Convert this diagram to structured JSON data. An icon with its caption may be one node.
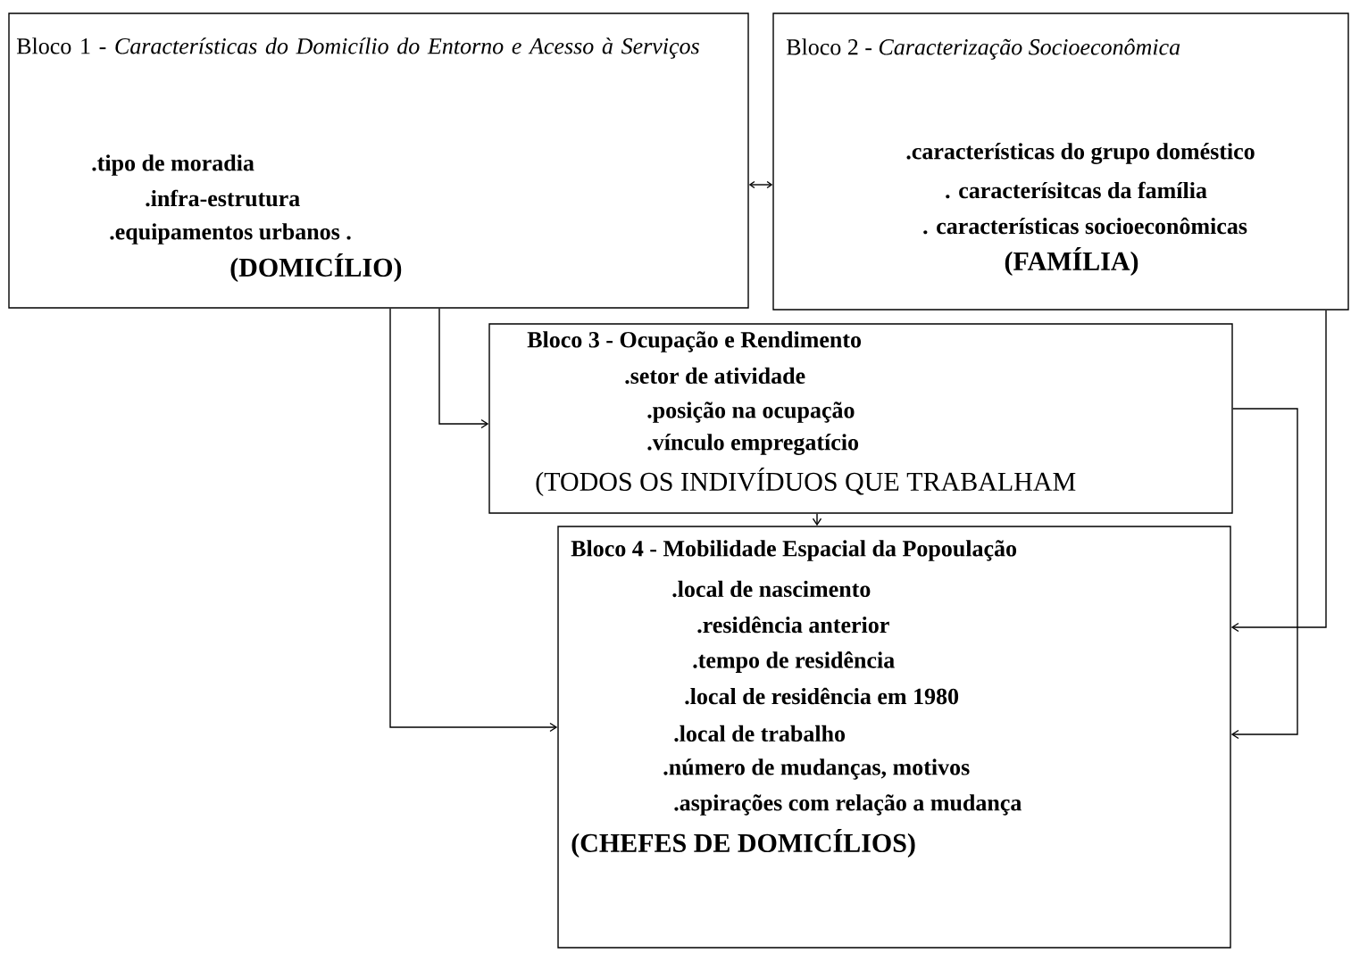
{
  "diagram": {
    "nodes": [
      {
        "text": [
          "Bloco 1 - *Características do Domicílio do Entorno e Acesso à Serviços*",
          ".tipo de moradia",
          ".infra-estrutura",
          ".equipamentos urbanos .",
          "(DOMICÍLIO)"
        ]
      },
      {
        "text": [
          "Bloco 2 - *Caracterização Socioeconômica*",
          ".características do grupo doméstico",
          ". caracterísitcas da família",
          ". características socioeconômicas",
          "(FAMÍLIA)"
        ]
      },
      {
        "text": [
          "Bloco 3 - Ocupação e Rendimento",
          ".setor de atividade",
          ".posição na ocupação",
          ".vínculo empregatício",
          "(TODOS OS INDIVÍDUOS QUE TRABALHAM"
        ]
      },
      {
        "text": [
          "Bloco 4 - Mobilidade Espacial da Popoulação",
          ".local de nascimento",
          ".residência anterior",
          ".tempo de residência",
          ".local de residência em 1980",
          ".local de trabalho",
          ".número de mudanças, motivos",
          ".aspirações com relação a mudança",
          "(CHEFES DE DOMICÍLIOS)"
        ]
      }
    ],
    "edges": [
      {
        "from": 0,
        "to": 1,
        "arrow": "both"
      },
      {
        "from": 0,
        "to": 2,
        "arrow": "to"
      },
      {
        "from": 0,
        "to": 3,
        "arrow": "to"
      },
      {
        "from": 1,
        "to": 3,
        "arrow": "to"
      },
      {
        "from": 2,
        "to": 3,
        "arrow": "to"
      },
      {
        "from": 2,
        "to": 3,
        "arrow": "to"
      }
    ]
  }
}
